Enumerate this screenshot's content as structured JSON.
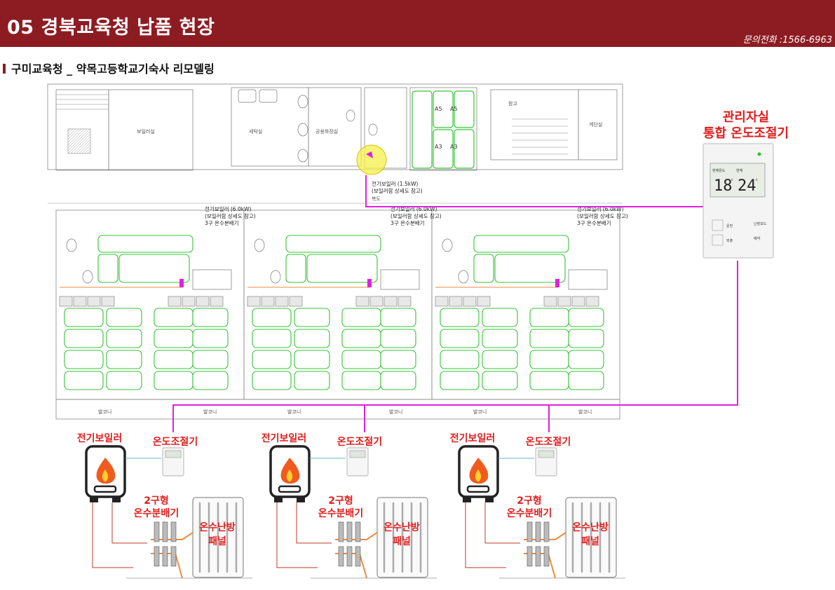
{
  "header": {
    "title": "05 경북교육청 납품 현장",
    "phone": "문의전화 :1566-6963"
  },
  "subtitle": "구미교육청 _ 약목고등학교기숙사 리모델링",
  "control_room": {
    "title_line1": "관리자실",
    "title_line2": "통합 온도조절기",
    "thermostat": {
      "cur_label": "현재온도",
      "set_label": "현재",
      "cur_value": "18",
      "set_value": "24",
      "unit": "c",
      "btn_labels": [
        "운전",
        "난방모드",
        "예약",
        "외출"
      ]
    }
  },
  "plan_notes": {
    "boiler_small": "전기보일러 (1.5kW)",
    "boiler_small_sub": "(보일러함 상세도 참고)",
    "boiler_large": "전기보일러 (6.0kW)",
    "boiler_large_sub": "(보일러함 상세도 참고)",
    "distributor_note": "3구 온수분배기",
    "rooms": [
      "보일러실",
      "세탁실",
      "공용화장실",
      "참고",
      "계단실",
      "복도",
      "발코니"
    ]
  },
  "units": [
    {
      "boiler": "전기보일러",
      "thermostat": "온도조절기",
      "distributor_l1": "2구형",
      "distributor_l2": "온수분배기",
      "panel_l1": "온수난방",
      "panel_l2": "패널"
    },
    {
      "boiler": "전기보일러",
      "thermostat": "온도조절기",
      "distributor_l1": "2구형",
      "distributor_l2": "온수분배기",
      "panel_l1": "온수난방",
      "panel_l2": "패널"
    },
    {
      "boiler": "전기보일러",
      "thermostat": "온도조절기",
      "distributor_l1": "2구형",
      "distributor_l2": "온수분배기",
      "panel_l1": "온수난방",
      "panel_l2": "패널"
    }
  ],
  "colors": {
    "header": "#8d1c22",
    "label_red": "#e11d1d",
    "wire_magenta": "#e020e0",
    "heating_green": "#35c435",
    "pipe_orange": "#f08a3c",
    "highlight_yellow": "#f4f04a"
  }
}
